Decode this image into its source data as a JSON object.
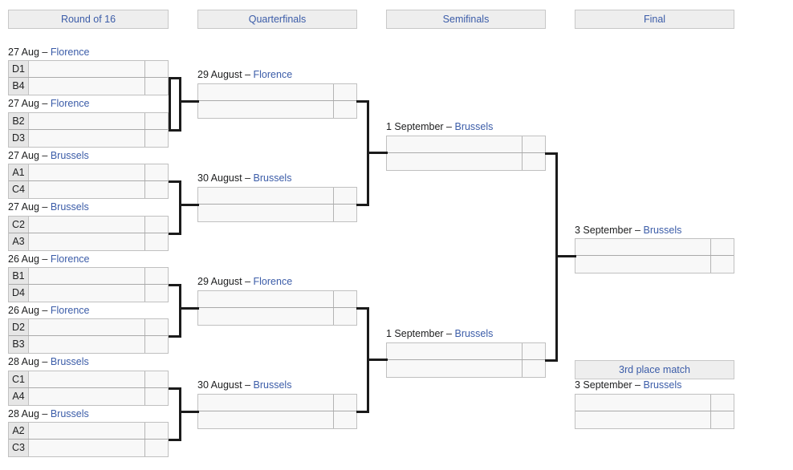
{
  "page": {
    "title": "Knockout bracket",
    "accent_color": "#3b5ca8",
    "header_bg": "#eeeeee",
    "seed_bg": "#e6e6e6",
    "row_bg": "#f8f8f8",
    "line_color": "#1b1b1b"
  },
  "headers": [
    {
      "label": "Round of 16"
    },
    {
      "label": "Quarterfinals"
    },
    {
      "label": "Semifinals"
    },
    {
      "label": "Final"
    },
    {
      "label": "3rd place match"
    }
  ],
  "round_of_16": [
    {
      "date": "27 Aug",
      "dash": " – ",
      "venue": "Florence",
      "teams": [
        {
          "seed": "D1",
          "name": "",
          "score": ""
        },
        {
          "seed": "B4",
          "name": "",
          "score": ""
        }
      ]
    },
    {
      "date": "27 Aug",
      "dash": " – ",
      "venue": "Florence",
      "teams": [
        {
          "seed": "B2",
          "name": "",
          "score": ""
        },
        {
          "seed": "D3",
          "name": "",
          "score": ""
        }
      ]
    },
    {
      "date": "27 Aug",
      "dash": " – ",
      "venue": "Brussels",
      "teams": [
        {
          "seed": "A1",
          "name": "",
          "score": ""
        },
        {
          "seed": "C4",
          "name": "",
          "score": ""
        }
      ]
    },
    {
      "date": "27 Aug",
      "dash": " – ",
      "venue": "Brussels",
      "teams": [
        {
          "seed": "C2",
          "name": "",
          "score": ""
        },
        {
          "seed": "A3",
          "name": "",
          "score": ""
        }
      ]
    },
    {
      "date": "26 Aug",
      "dash": " – ",
      "venue": "Florence",
      "teams": [
        {
          "seed": "B1",
          "name": "",
          "score": ""
        },
        {
          "seed": "D4",
          "name": "",
          "score": ""
        }
      ]
    },
    {
      "date": "26 Aug",
      "dash": " – ",
      "venue": "Florence",
      "teams": [
        {
          "seed": "D2",
          "name": "",
          "score": ""
        },
        {
          "seed": "B3",
          "name": "",
          "score": ""
        }
      ]
    },
    {
      "date": "28 Aug",
      "dash": " – ",
      "venue": "Brussels",
      "teams": [
        {
          "seed": "C1",
          "name": "",
          "score": ""
        },
        {
          "seed": "A4",
          "name": "",
          "score": ""
        }
      ]
    },
    {
      "date": "28 Aug",
      "dash": " – ",
      "venue": "Brussels",
      "teams": [
        {
          "seed": "A2",
          "name": "",
          "score": ""
        },
        {
          "seed": "C3",
          "name": "",
          "score": ""
        }
      ]
    }
  ],
  "quarterfinals": [
    {
      "date": "29 August",
      "dash": " – ",
      "venue": "Florence",
      "teams": [
        {
          "name": "",
          "score": ""
        },
        {
          "name": "",
          "score": ""
        }
      ]
    },
    {
      "date": "30 August",
      "dash": " – ",
      "venue": "Brussels",
      "teams": [
        {
          "name": "",
          "score": ""
        },
        {
          "name": "",
          "score": ""
        }
      ]
    },
    {
      "date": "29 August",
      "dash": " – ",
      "venue": "Florence",
      "teams": [
        {
          "name": "",
          "score": ""
        },
        {
          "name": "",
          "score": ""
        }
      ]
    },
    {
      "date": "30 August",
      "dash": " – ",
      "venue": "Brussels",
      "teams": [
        {
          "name": "",
          "score": ""
        },
        {
          "name": "",
          "score": ""
        }
      ]
    }
  ],
  "semifinals": [
    {
      "date": "1 September",
      "dash": " – ",
      "venue": "Brussels",
      "teams": [
        {
          "name": "",
          "score": ""
        },
        {
          "name": "",
          "score": ""
        }
      ]
    },
    {
      "date": "1 September",
      "dash": " – ",
      "venue": "Brussels",
      "teams": [
        {
          "name": "",
          "score": ""
        },
        {
          "name": "",
          "score": ""
        }
      ]
    }
  ],
  "final": {
    "date": "3 September",
    "dash": " – ",
    "venue": "Brussels",
    "teams": [
      {
        "name": "",
        "score": ""
      },
      {
        "name": "",
        "score": ""
      }
    ]
  },
  "third_place": {
    "date": "3 September",
    "dash": " – ",
    "venue": "Brussels",
    "teams": [
      {
        "name": "",
        "score": ""
      },
      {
        "name": "",
        "score": ""
      }
    ]
  }
}
